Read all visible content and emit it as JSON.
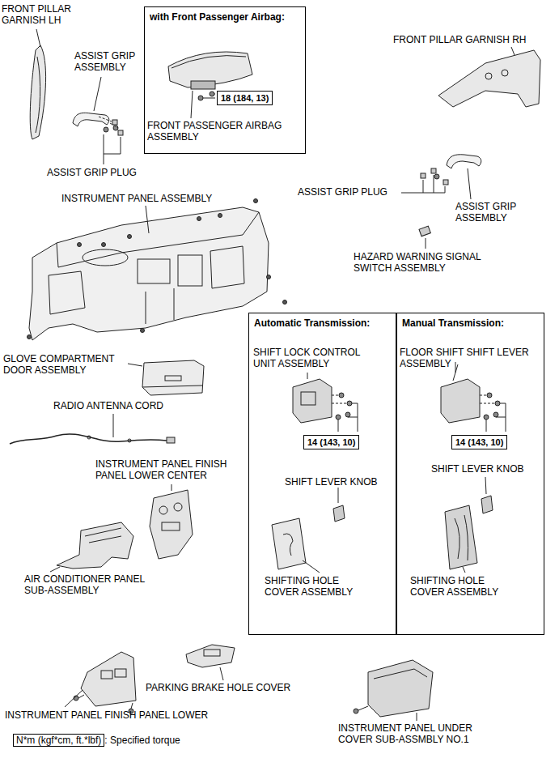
{
  "diagram": {
    "nodes": [
      {
        "text": [
          "with Front Passenger Airbag:"
        ]
      },
      {
        "text": [
          "18 (184, 13)"
        ],
        "in": 0
      },
      {
        "text": [
          "Automatic Transmission:"
        ]
      },
      {
        "text": [
          "14 (143, 10)"
        ],
        "in": 2
      },
      {
        "text": [
          "Manual Transmission:"
        ]
      },
      {
        "text": [
          "14 (143, 10)"
        ],
        "in": 4
      },
      {
        "text": [
          "N*m (kgf*cm, ft.*lbf)",
          ": Specified torque"
        ]
      }
    ],
    "labels": [
      "FRONT PILLAR GARNISH LH",
      "ASSIST GRIP ASSEMBLY",
      "ASSIST GRIP PLUG",
      "FRONT PASSENGER AIRBAG ASSEMBLY",
      "FRONT PILLAR GARNISH RH",
      "INSTRUMENT PANEL ASSEMBLY",
      "ASSIST GRIP PLUG",
      "ASSIST GRIP ASSEMBLY",
      "HAZARD WARNING SIGNAL SWITCH ASSEMBLY",
      "GLOVE COMPARTMENT DOOR ASSEMBLY",
      "RADIO ANTENNA CORD",
      "INSTRUMENT PANEL FINISH PANEL LOWER CENTER",
      "AIR CONDITIONER PANEL SUB-ASSEMBLY",
      "SHIFT LOCK CONTROL UNIT ASSEMBLY",
      "SHIFT LEVER KNOB",
      "SHIFTING HOLE COVER ASSEMBLY",
      "FLOOR SHIFT SHIFT LEVER ASSEMBLY",
      "SHIFT LEVER KNOB",
      "SHIFTING HOLE COVER ASSEMBLY",
      "PARKING BRAKE HOLE COVER",
      "INSTRUMENT PANEL FINISH PANEL LOWER",
      "INSTRUMENT PANEL UNDER COVER SUB-ASSMBLY NO.1"
    ]
  }
}
